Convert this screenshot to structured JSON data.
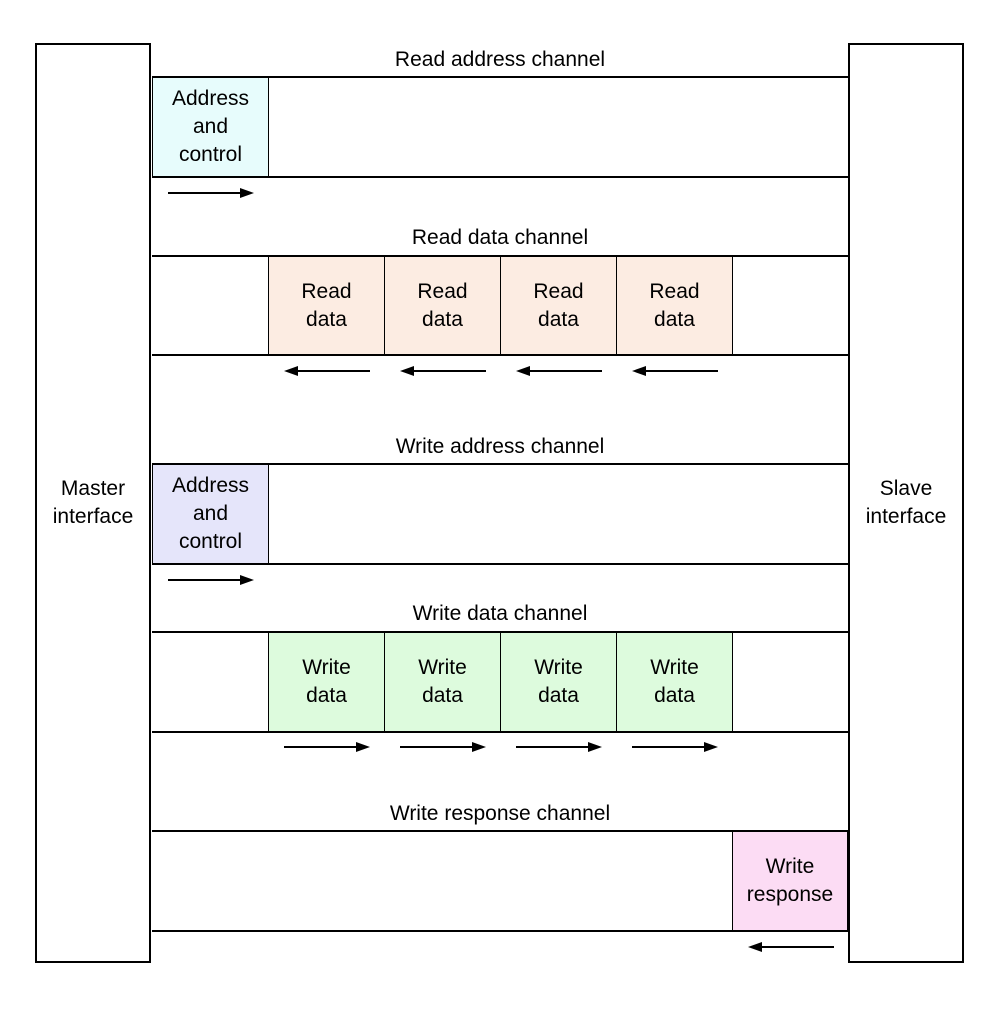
{
  "master": {
    "label": "Master\ninterface"
  },
  "slave": {
    "label": "Slave\ninterface"
  },
  "channels": {
    "read_address": {
      "title": "Read address channel",
      "items": [
        "Address\nand\ncontrol"
      ],
      "item_color": "#e7fcfc",
      "direction": "right"
    },
    "read_data": {
      "title": "Read data channel",
      "items": [
        "Read\ndata",
        "Read\ndata",
        "Read\ndata",
        "Read\ndata"
      ],
      "item_color": "#fcece2",
      "direction": "left"
    },
    "write_address": {
      "title": "Write address channel",
      "items": [
        "Address\nand\ncontrol"
      ],
      "item_color": "#e5e5fa",
      "direction": "right"
    },
    "write_data": {
      "title": "Write data channel",
      "items": [
        "Write\ndata",
        "Write\ndata",
        "Write\ndata",
        "Write\ndata"
      ],
      "item_color": "#ddfbdd",
      "direction": "right"
    },
    "write_response": {
      "title": "Write response channel",
      "items": [
        "Write\nresponse"
      ],
      "item_color": "#fcdcf4",
      "direction": "left"
    }
  }
}
